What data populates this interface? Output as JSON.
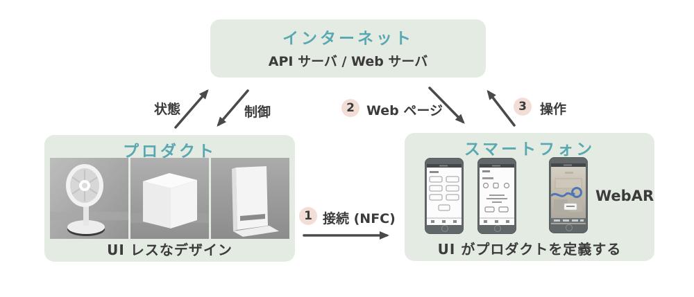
{
  "diagram": {
    "internet": {
      "title": "インターネット",
      "subtitle": "API サーバ / Web サーバ"
    },
    "product": {
      "title": "プロダクト",
      "caption": "UI レスなデザイン"
    },
    "smartphone": {
      "title": "スマートフォン",
      "caption": "UI がプロダクトを定義する",
      "webar_label": "WebAR"
    },
    "arrows": {
      "status_label": "状態",
      "control_label": "制御",
      "webpage_step": "2",
      "webpage_label": "Web ページ",
      "operate_step": "3",
      "operate_label": "操作",
      "connect_step": "1",
      "connect_label": "接続 (NFC)"
    },
    "colors": {
      "box_background": "#e4ebe2",
      "title_teal": "#58a7b1",
      "text_dark": "#3b3b3b",
      "badge_pink": "#f2ded6",
      "arrow_gray": "#4a4a4a",
      "rope_blue": "#4f74b8"
    }
  }
}
